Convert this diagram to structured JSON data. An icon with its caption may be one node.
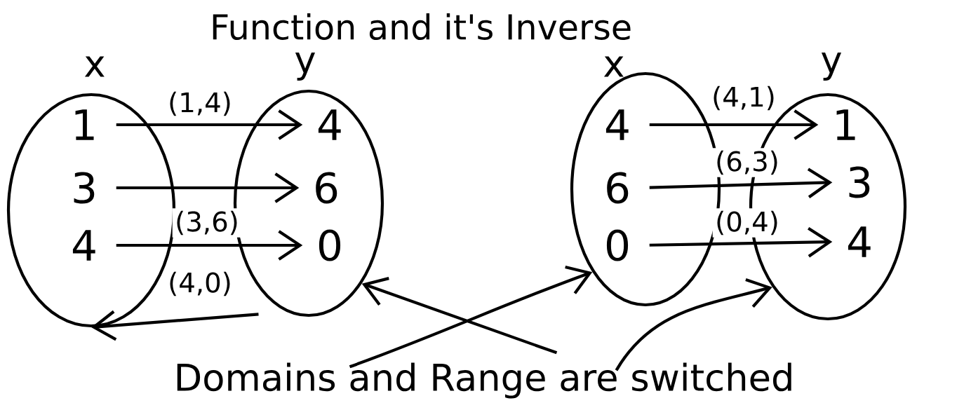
{
  "diagram": {
    "title": "Function and it's Inverse",
    "nodes": [
      {
        "text": [
          "x"
        ]
      },
      {
        "text": [
          "1"
        ],
        "in": 0
      },
      {
        "text": [
          "3"
        ],
        "in": 0
      },
      {
        "text": [
          "4"
        ],
        "in": 0
      },
      {
        "text": [
          "y"
        ]
      },
      {
        "text": [
          "4"
        ],
        "in": 4
      },
      {
        "text": [
          "6"
        ],
        "in": 4
      },
      {
        "text": [
          "0"
        ],
        "in": 4
      },
      {
        "text": [
          "x"
        ]
      },
      {
        "text": [
          "4"
        ],
        "in": 8
      },
      {
        "text": [
          "6"
        ],
        "in": 8
      },
      {
        "text": [
          "0"
        ],
        "in": 8
      },
      {
        "text": [
          "y"
        ]
      },
      {
        "text": [
          "1"
        ],
        "in": 12
      },
      {
        "text": [
          "3"
        ],
        "in": 12
      },
      {
        "text": [
          "4"
        ],
        "in": 12
      },
      {
        "text": [
          "Domains and Range are switched"
        ]
      }
    ],
    "edges": [
      {
        "from": 1,
        "to": 5,
        "arrow": "to",
        "label": "(1,4)"
      },
      {
        "from": 2,
        "to": 6,
        "arrow": "to",
        "label": "(3,6)"
      },
      {
        "from": 3,
        "to": 7,
        "arrow": "to",
        "label": "(4,0)"
      },
      {
        "from": 9,
        "to": 13,
        "arrow": "to",
        "label": "(4,1)"
      },
      {
        "from": 10,
        "to": 14,
        "arrow": "to",
        "label": "(6,3)"
      },
      {
        "from": 11,
        "to": 15,
        "arrow": "to",
        "label": "(0,4)"
      },
      {
        "from": 16,
        "to": 0,
        "arrow": "to"
      },
      {
        "from": 16,
        "to": 8,
        "arrow": "to"
      },
      {
        "from": 16,
        "to": 4,
        "arrow": "to"
      },
      {
        "from": 16,
        "to": 12,
        "arrow": "to"
      }
    ]
  }
}
